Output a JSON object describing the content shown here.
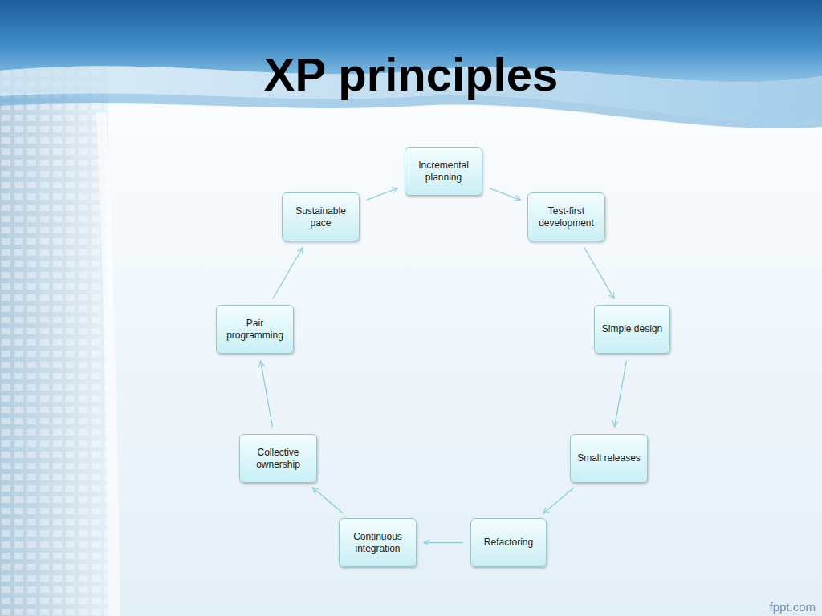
{
  "diagram": {
    "title": "XP principles",
    "nodes": [
      {
        "text": [
          "Incremental planning"
        ]
      },
      {
        "text": [
          "Test-first development"
        ]
      },
      {
        "text": [
          "Simple design"
        ]
      },
      {
        "text": [
          "Small releases"
        ]
      },
      {
        "text": [
          "Refactoring"
        ]
      },
      {
        "text": [
          "Continuous integration"
        ]
      },
      {
        "text": [
          "Collective ownership"
        ]
      },
      {
        "text": [
          "Pair programming"
        ]
      },
      {
        "text": [
          "Sustainable pace"
        ]
      }
    ],
    "edges": [
      {
        "from": 0,
        "to": 1,
        "arrow": "to"
      },
      {
        "from": 1,
        "to": 2,
        "arrow": "to"
      },
      {
        "from": 2,
        "to": 3,
        "arrow": "to"
      },
      {
        "from": 3,
        "to": 4,
        "arrow": "to"
      },
      {
        "from": 4,
        "to": 5,
        "arrow": "to"
      },
      {
        "from": 5,
        "to": 6,
        "arrow": "to"
      },
      {
        "from": 6,
        "to": 7,
        "arrow": "to"
      },
      {
        "from": 7,
        "to": 8,
        "arrow": "to"
      },
      {
        "from": 8,
        "to": 0,
        "arrow": "to"
      }
    ],
    "labels": [
      "fppt.com"
    ]
  }
}
